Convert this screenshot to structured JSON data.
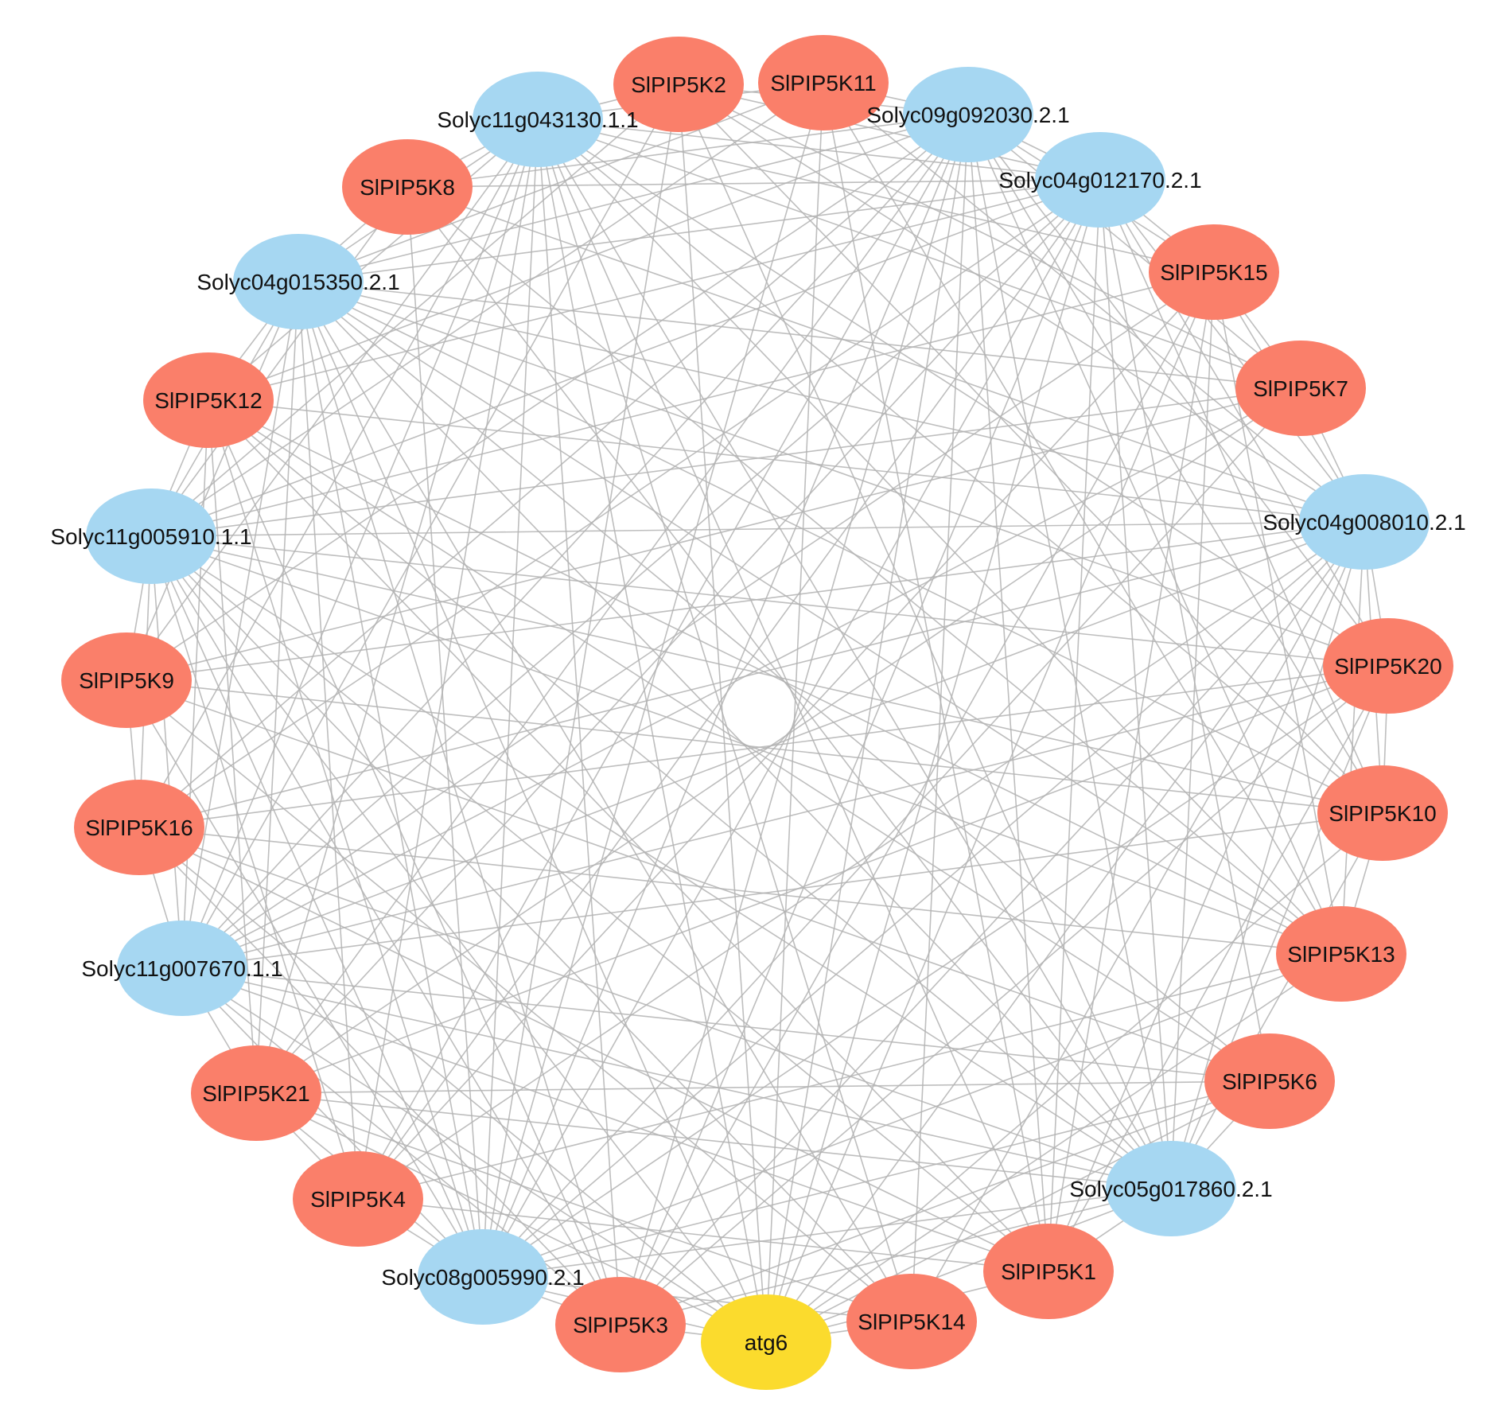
{
  "colors": {
    "background": "#ffffff",
    "edge": "#b3b3b3",
    "gene_family_node": "#fa7f6a",
    "interactor_node": "#a6d7f2",
    "query_node": "#fbdb2d",
    "label": "#111111"
  },
  "diagram": {
    "type": "circular-network",
    "nodes": [
      {
        "id": "SlPIP5K2",
        "label": "SlPIP5K2",
        "group": "gene_family_node"
      },
      {
        "id": "SlPIP5K11",
        "label": "SlPIP5K11",
        "group": "gene_family_node"
      },
      {
        "id": "Solyc09g092030.2.1",
        "label": "Solyc09g092030.2.1",
        "group": "interactor_node"
      },
      {
        "id": "Solyc04g012170.2.1",
        "label": "Solyc04g012170.2.1",
        "group": "interactor_node"
      },
      {
        "id": "SlPIP5K15",
        "label": "SlPIP5K15",
        "group": "gene_family_node"
      },
      {
        "id": "SlPIP5K7",
        "label": "SlPIP5K7",
        "group": "gene_family_node"
      },
      {
        "id": "Solyc04g008010.2.1",
        "label": "Solyc04g008010.2.1",
        "group": "interactor_node"
      },
      {
        "id": "SlPIP5K20",
        "label": "SlPIP5K20",
        "group": "gene_family_node"
      },
      {
        "id": "SlPIP5K10",
        "label": "SlPIP5K10",
        "group": "gene_family_node"
      },
      {
        "id": "SlPIP5K13",
        "label": "SlPIP5K13",
        "group": "gene_family_node"
      },
      {
        "id": "SlPIP5K6",
        "label": "SlPIP5K6",
        "group": "gene_family_node"
      },
      {
        "id": "Solyc05g017860.2.1",
        "label": "Solyc05g017860.2.1",
        "group": "interactor_node"
      },
      {
        "id": "SlPIP5K1",
        "label": "SlPIP5K1",
        "group": "gene_family_node"
      },
      {
        "id": "SlPIP5K14",
        "label": "SlPIP5K14",
        "group": "gene_family_node"
      },
      {
        "id": "atg6",
        "label": "atg6",
        "group": "query_node"
      },
      {
        "id": "SlPIP5K3",
        "label": "SlPIP5K3",
        "group": "gene_family_node"
      },
      {
        "id": "Solyc08g005990.2.1",
        "label": "Solyc08g005990.2.1",
        "group": "interactor_node"
      },
      {
        "id": "SlPIP5K4",
        "label": "SlPIP5K4",
        "group": "gene_family_node"
      },
      {
        "id": "SlPIP5K21",
        "label": "SlPIP5K21",
        "group": "gene_family_node"
      },
      {
        "id": "Solyc11g007670.1.1",
        "label": "Solyc11g007670.1.1",
        "group": "interactor_node"
      },
      {
        "id": "SlPIP5K16",
        "label": "SlPIP5K16",
        "group": "gene_family_node"
      },
      {
        "id": "SlPIP5K9",
        "label": "SlPIP5K9",
        "group": "gene_family_node"
      },
      {
        "id": "Solyc11g005910.1.1",
        "label": "Solyc11g005910.1.1",
        "group": "interactor_node"
      },
      {
        "id": "SlPIP5K12",
        "label": "SlPIP5K12",
        "group": "gene_family_node"
      },
      {
        "id": "Solyc04g015350.2.1",
        "label": "Solyc04g015350.2.1",
        "group": "interactor_node"
      },
      {
        "id": "SlPIP5K8",
        "label": "SlPIP5K8",
        "group": "gene_family_node"
      },
      {
        "id": "Solyc11g043130.1.1",
        "label": "Solyc11g043130.1.1",
        "group": "interactor_node"
      }
    ]
  }
}
